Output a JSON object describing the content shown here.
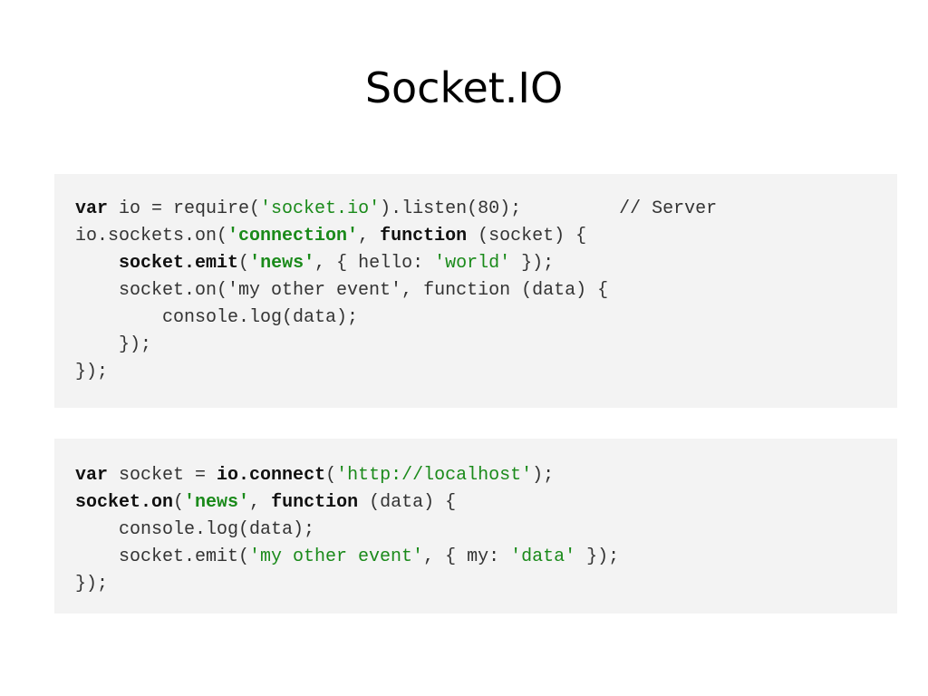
{
  "slide": {
    "title": "Socket.IO"
  },
  "colors": {
    "background": "#ffffff",
    "code_background": "#f3f3f3",
    "keyword": "#111111",
    "string": "#1a8a1a",
    "plain": "#333333"
  },
  "server_code": {
    "lines": [
      [
        {
          "t": "var",
          "s": "kw"
        },
        {
          "t": " io = require(",
          "s": "plain"
        },
        {
          "t": "'socket.io'",
          "s": "str"
        },
        {
          "t": ").listen(80);         // Server",
          "s": "plain"
        }
      ],
      [
        {
          "t": "io.sockets.on(",
          "s": "plain"
        },
        {
          "t": "'connection'",
          "s": "strb"
        },
        {
          "t": ", ",
          "s": "plain"
        },
        {
          "t": "function",
          "s": "kw"
        },
        {
          "t": " (socket) {",
          "s": "plain"
        }
      ],
      [
        {
          "t": "    ",
          "s": "plain"
        },
        {
          "t": "socket.emit",
          "s": "kw"
        },
        {
          "t": "(",
          "s": "plain"
        },
        {
          "t": "'news'",
          "s": "strb"
        },
        {
          "t": ", { hello: ",
          "s": "plain"
        },
        {
          "t": "'world'",
          "s": "str"
        },
        {
          "t": " });",
          "s": "plain"
        }
      ],
      [
        {
          "t": "    socket.on('my other event', function (data) {",
          "s": "plain"
        }
      ],
      [
        {
          "t": "        console.log(data);",
          "s": "plain"
        }
      ],
      [
        {
          "t": "    });",
          "s": "plain"
        }
      ],
      [
        {
          "t": "});",
          "s": "plain"
        }
      ]
    ]
  },
  "client_code": {
    "lines": [
      [
        {
          "t": "var",
          "s": "kw"
        },
        {
          "t": " socket = ",
          "s": "plain"
        },
        {
          "t": "io.connect",
          "s": "kw"
        },
        {
          "t": "(",
          "s": "plain"
        },
        {
          "t": "'http://localhost'",
          "s": "str"
        },
        {
          "t": ");",
          "s": "plain"
        }
      ],
      [
        {
          "t": "socket.on",
          "s": "kw"
        },
        {
          "t": "(",
          "s": "plain"
        },
        {
          "t": "'news'",
          "s": "strb"
        },
        {
          "t": ", ",
          "s": "plain"
        },
        {
          "t": "function",
          "s": "kw"
        },
        {
          "t": " (data) {",
          "s": "plain"
        }
      ],
      [
        {
          "t": "    console.log(data);",
          "s": "plain"
        }
      ],
      [
        {
          "t": "    socket.emit(",
          "s": "plain"
        },
        {
          "t": "'my other event'",
          "s": "str"
        },
        {
          "t": ", { my: ",
          "s": "plain"
        },
        {
          "t": "'data'",
          "s": "str"
        },
        {
          "t": " });",
          "s": "plain"
        }
      ],
      [
        {
          "t": "});",
          "s": "plain"
        }
      ]
    ]
  }
}
